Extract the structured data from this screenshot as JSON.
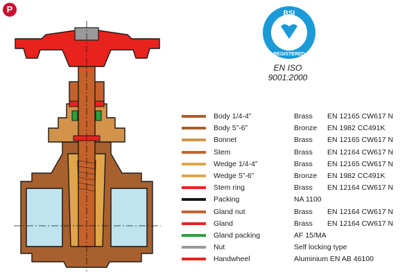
{
  "brand": {
    "mark": "P"
  },
  "certification": {
    "badge_top": "BSI",
    "badge_bottom": "REGISTERED",
    "standard_line1": "EN ISO",
    "standard_line2": "9001:2000"
  },
  "legend": [
    {
      "part": "Body 1/4-4”",
      "material": "Brass",
      "standard": "EN 12165 CW617 N",
      "color": "#a8602e"
    },
    {
      "part": "Body 5”-6”",
      "material": "Bronze",
      "standard": "EN 1982 CC491K",
      "color": "#a8602e"
    },
    {
      "part": "Bonnet",
      "material": "Brass",
      "standard": "EN 12165 CW617 N",
      "color": "#d3934a"
    },
    {
      "part": "Stem",
      "material": "Brass",
      "standard": "EN 12164 CW617 N",
      "color": "#c5622c"
    },
    {
      "part": "Wedge 1/4-4”",
      "material": "Brass",
      "standard": "EN 12165 CW617 N",
      "color": "#e0a548"
    },
    {
      "part": "Wedge 5”-6”",
      "material": "Bronze",
      "standard": "EN 1982 CC491K",
      "color": "#e0a548"
    },
    {
      "part": "Stem ring",
      "material": "Brass",
      "standard": "EN 12164 CW617 N",
      "color": "#e8231e"
    },
    {
      "part": "Packing",
      "material": "NA 1100",
      "standard": "",
      "color": "#1a1a1a"
    },
    {
      "part": "Gland nut",
      "material": "Brass",
      "standard": "EN 12164 CW617 N",
      "color": "#c5622c"
    },
    {
      "part": "Gland",
      "material": "Brass",
      "standard": "EN 12164 CW617 N",
      "color": "#e8231e"
    },
    {
      "part": "Gland packing",
      "material": "AF 15/MA",
      "standard": "",
      "color": "#27a13c"
    },
    {
      "part": "Nut",
      "material": "Self locking type",
      "standard": "",
      "color": "#9a9a9a"
    },
    {
      "part": "Handwheel",
      "material": "Aluminium EN AB 46100",
      "standard": "",
      "color": "#e8231e"
    }
  ],
  "colors": {
    "body": "#a8602e",
    "bonnet": "#d3934a",
    "stem": "#c5622c",
    "wedge": "#e0a548",
    "handwheel": "#e8231e",
    "water": "#bfe3ef",
    "packing": "#1a1a1a",
    "gland_packing": "#27a13c",
    "nut": "#9a9a9a",
    "bsi_blue": "#1a9ad6"
  }
}
